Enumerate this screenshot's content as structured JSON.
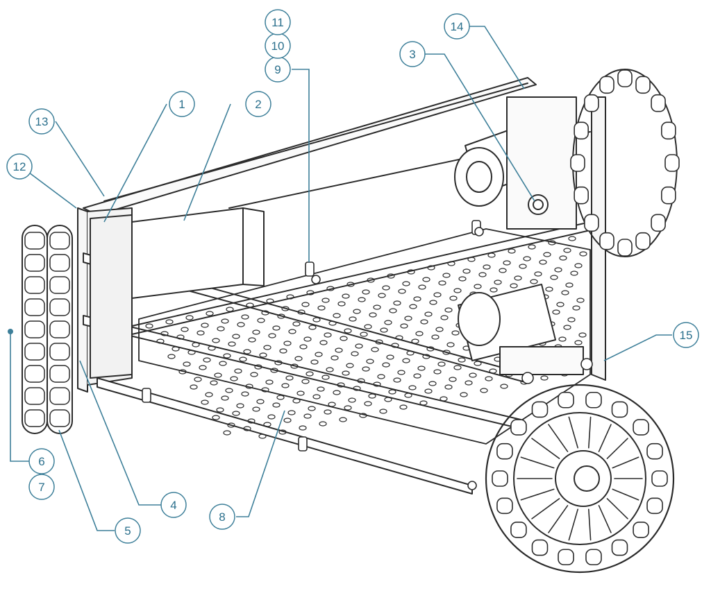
{
  "diagram": {
    "type": "exploded assembly drawing",
    "accent_color": "#3d7f99",
    "ink_color": "#2b2b2b",
    "balloons": [
      {
        "id": "b1",
        "label": "1"
      },
      {
        "id": "b2",
        "label": "2"
      },
      {
        "id": "b3",
        "label": "3"
      },
      {
        "id": "b4",
        "label": "4"
      },
      {
        "id": "b5",
        "label": "5"
      },
      {
        "id": "b6",
        "label": "6"
      },
      {
        "id": "b7",
        "label": "7"
      },
      {
        "id": "b8",
        "label": "8"
      },
      {
        "id": "b9",
        "label": "9"
      },
      {
        "id": "b10",
        "label": "10"
      },
      {
        "id": "b11",
        "label": "11"
      },
      {
        "id": "b12",
        "label": "12"
      },
      {
        "id": "b13",
        "label": "13"
      },
      {
        "id": "b14",
        "label": "14"
      },
      {
        "id": "b15",
        "label": "15"
      }
    ]
  }
}
